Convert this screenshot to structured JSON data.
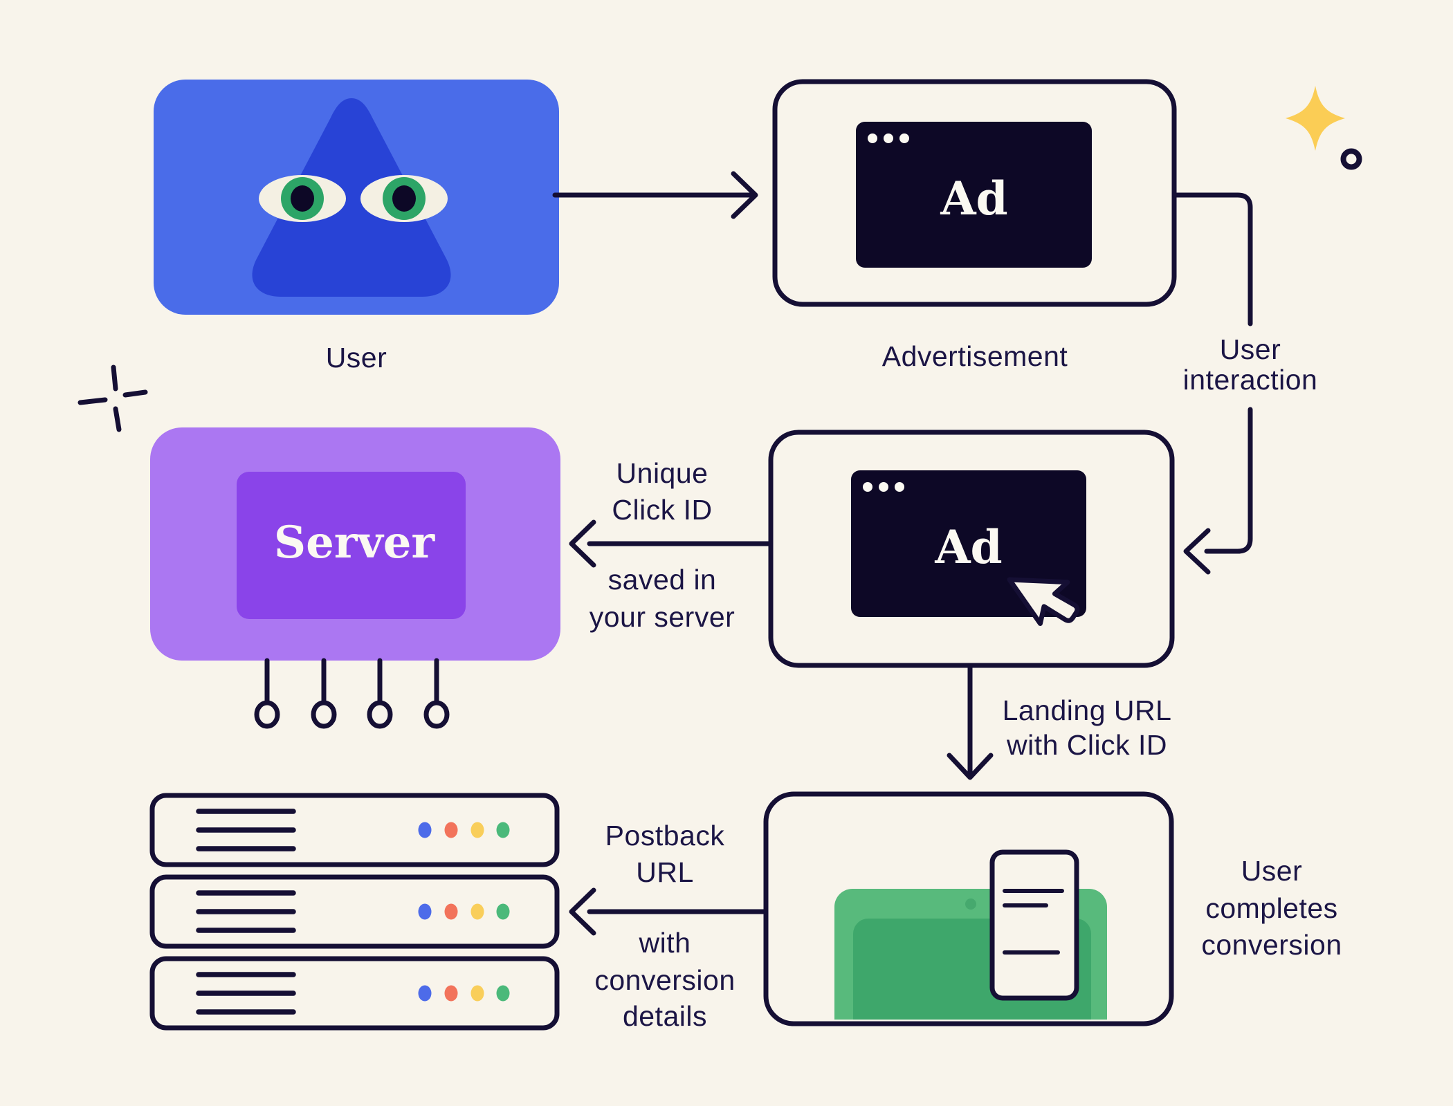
{
  "colors": {
    "bg": "#F8F4EB",
    "ink": "#150F34",
    "label_text": "#1B1545",
    "user_box": "#4A6CE9",
    "user_character": "#2843D6",
    "eye_white": "#F4F0E3",
    "eye_iris": "#2DA567",
    "eye_pupil": "#0D0826",
    "browser_window": "#0D0826",
    "window_dots": "#FBF9F2",
    "browser_text_color": "#FBF9F2",
    "server_box": "#AB77F2",
    "server_screen": "#8A44E9",
    "server_text_color": "#FBF9F2",
    "cursor_fill": "#F8F4EB",
    "sparkle_yellow": "#FBCD55",
    "rack_dot_blue": "#4D6BE9",
    "rack_dot_coral": "#F2735B",
    "rack_dot_yellow": "#F9CE5A",
    "rack_dot_green": "#4BB97A",
    "tablet_body": "#58BA7C",
    "tablet_screen": "#3EA76B",
    "tablet_camera": "#46A96E",
    "receipt_fill": "#F8F4EB"
  },
  "nodes": {
    "user": {
      "label": "User"
    },
    "advertisement": {
      "label": "Advertisement",
      "browser_text": "Ad"
    },
    "clicked_ad": {
      "browser_text": "Ad"
    },
    "server": {
      "screen_text": "Server"
    }
  },
  "connectors": {
    "user_interaction": {
      "lines": [
        "User",
        "interaction"
      ]
    },
    "unique_click_id": {
      "above": [
        "Unique",
        "Click ID"
      ],
      "below": [
        "saved in",
        "your server"
      ]
    },
    "landing_url": {
      "lines": [
        "Landing URL",
        "with Click ID"
      ]
    },
    "postback": {
      "above": [
        "Postback",
        "URL"
      ],
      "below": [
        "with",
        "conversion",
        "details"
      ]
    }
  },
  "annotations": {
    "conversion_note": [
      "User",
      "completes",
      "conversion"
    ]
  }
}
